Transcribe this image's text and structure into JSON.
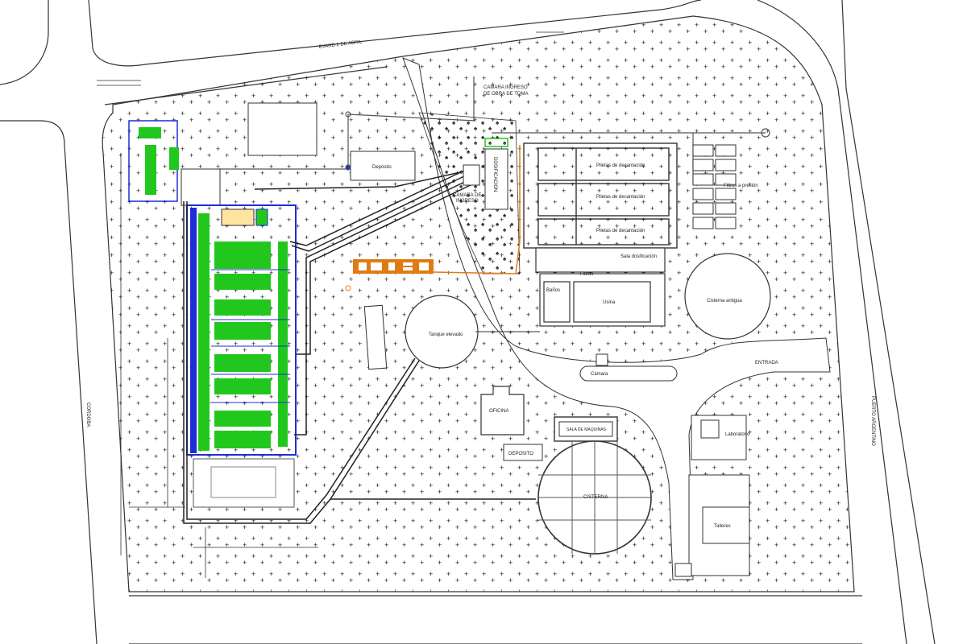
{
  "streets": {
    "top": "BVARD 2 DE ABRIL",
    "left": "CORDOBA",
    "right": "PUERTO ARGENTINO"
  },
  "labels": {
    "deposito_top": "Depósito",
    "camara_ingreso_1": "CAMARA DE",
    "camara_ingreso_2": "INGRESO",
    "camara_ingreso_obra_1": "CAMARA INGRESO",
    "camara_ingreso_obra_2": "DE OBRA DE TOMA",
    "dosificacion": "DOSIFICACION",
    "pileta_1": "Piletas de decantación",
    "pileta_2": "Piletas de decantación",
    "pileta_3": "Piletas de decantación",
    "filtros_presion": "Filtros a presión",
    "sala_dosificacion": "Sala dosificación",
    "filtros": "Filtros",
    "banos": "Baños",
    "usina": "Usina",
    "cisterna_antigua": "Cisterna antigua",
    "tanque_elevado": "Tanque elevado",
    "camara": "Cámara",
    "entrada": "ENTRADA",
    "oficina": "OFICINA",
    "sala_maquinas": "SALA DE MAQUINAS",
    "deposito": "DEPOSITO",
    "cisterna": "CISTERNA",
    "laboratorio": "Laboratorio",
    "talleres": "Talleres"
  },
  "colors": {
    "line": "#222222",
    "filter_blue": "#1c2fd6",
    "filter_green": "#22c71e",
    "orange": "#e07b12",
    "vegetation": "#8a8a8a"
  }
}
